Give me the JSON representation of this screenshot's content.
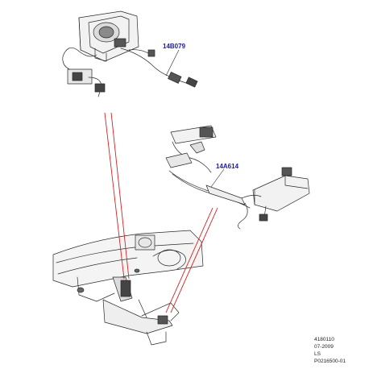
{
  "diagram": {
    "callouts": [
      {
        "id": "upper",
        "label": "14B079"
      },
      {
        "id": "middle",
        "label": "14A614"
      }
    ],
    "footer": [
      "4180110",
      "07-2009",
      "LS",
      "P0216500-01"
    ],
    "colors": {
      "callout_text": "#1a1aa6",
      "leader_line": "#d42020",
      "drawing_stroke": "#2a2a2a",
      "component_fill": "#f2f2f2"
    }
  }
}
